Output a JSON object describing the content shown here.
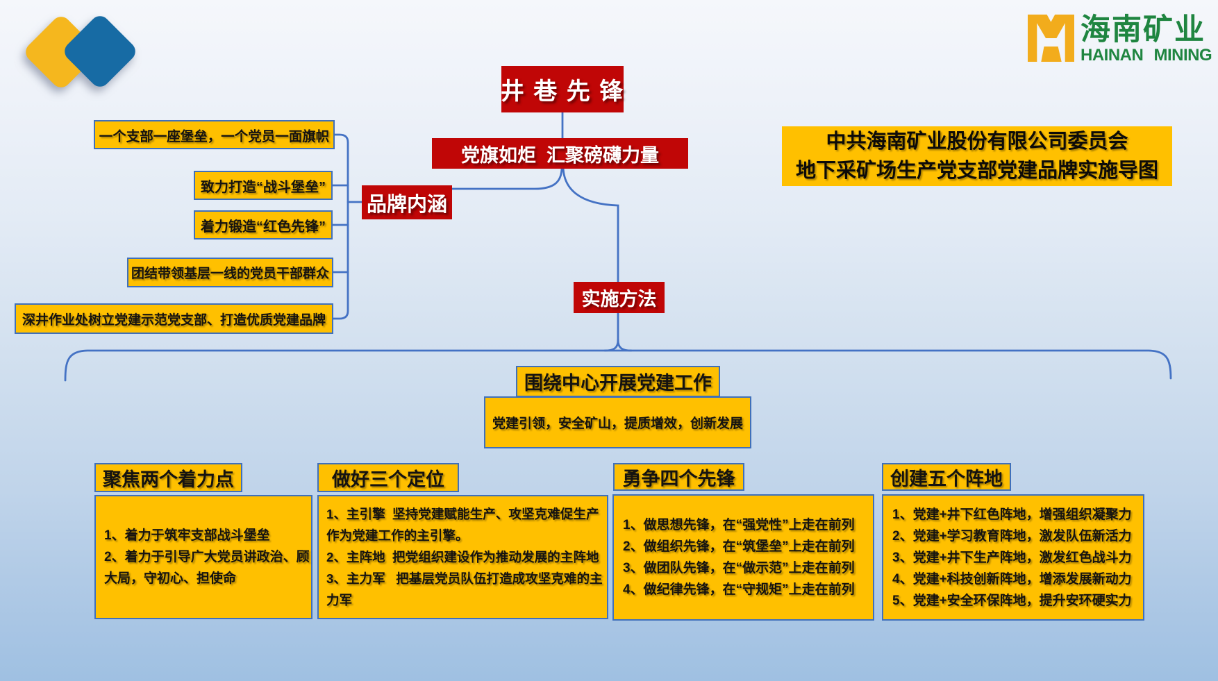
{
  "colors": {
    "red": "#c00606",
    "gold": "#ffc000",
    "box_border": "#4070ba",
    "line": "#4472c4",
    "green": "#1f8540",
    "logo_yellow": "#f5b71e",
    "logo_blue": "#176ba4",
    "bg_top": "#f5f7fb",
    "bg_bottom": "#9fc0e2"
  },
  "brand": {
    "zh": "海南矿业",
    "en": "HAINAN MINING"
  },
  "title_box": {
    "line1": "中共海南矿业股份有限公司委员会",
    "line2": "地下采矿场生产党支部党建品牌实施导图"
  },
  "root": {
    "label": "井 巷 先 锋"
  },
  "slogan": {
    "label": "党旗如炬  汇聚磅礴力量"
  },
  "brand_meaning": {
    "label": "品牌内涵",
    "items": [
      "一个支部一座堡垒，一个党员一面旗帜",
      "致力打造“战斗堡垒”",
      "着力锻造“红色先锋”",
      "团结带领基层一线的党员干部群众",
      "深井作业处树立党建示范党支部、打造优质党建品牌"
    ]
  },
  "implementation": {
    "label": "实施方法"
  },
  "center_work": {
    "label": "围绕中心开展党建工作",
    "sub": "党建引领，安全矿山，提质增效，创新发展"
  },
  "columns": [
    {
      "header": "聚焦两个着力点",
      "lines": [
        "1、着力于筑牢支部战斗堡垒",
        "2、着力于引导广大党员讲政治、顾大局，守初心、担使命"
      ]
    },
    {
      "header": "做好三个定位",
      "lines": [
        "1、主引擎  坚持党建赋能生产、攻坚克难促生产作为党建工作的主引擎。",
        "2、主阵地  把党组织建设作为推动发展的主阵地",
        "3、主力军   把基层党员队伍打造成攻坚克难的主力军"
      ]
    },
    {
      "header": "勇争四个先锋",
      "lines": [
        "1、做思想先锋，在“强党性”上走在前列",
        "2、做组织先锋，在“筑堡垒”上走在前列",
        "3、做团队先锋，在“做示范”上走在前列",
        "4、做纪律先锋，在“守规矩”上走在前列"
      ]
    },
    {
      "header": "创建五个阵地",
      "lines": [
        "1、党建+井下红色阵地，增强组织凝聚力",
        "2、党建+学习教育阵地，激发队伍新活力",
        "3、党建+井下生产阵地，激发红色战斗力",
        "4、党建+科技创新阵地，增添发展新动力",
        "5、党建+安全环保阵地，提升安环硬实力"
      ]
    }
  ]
}
